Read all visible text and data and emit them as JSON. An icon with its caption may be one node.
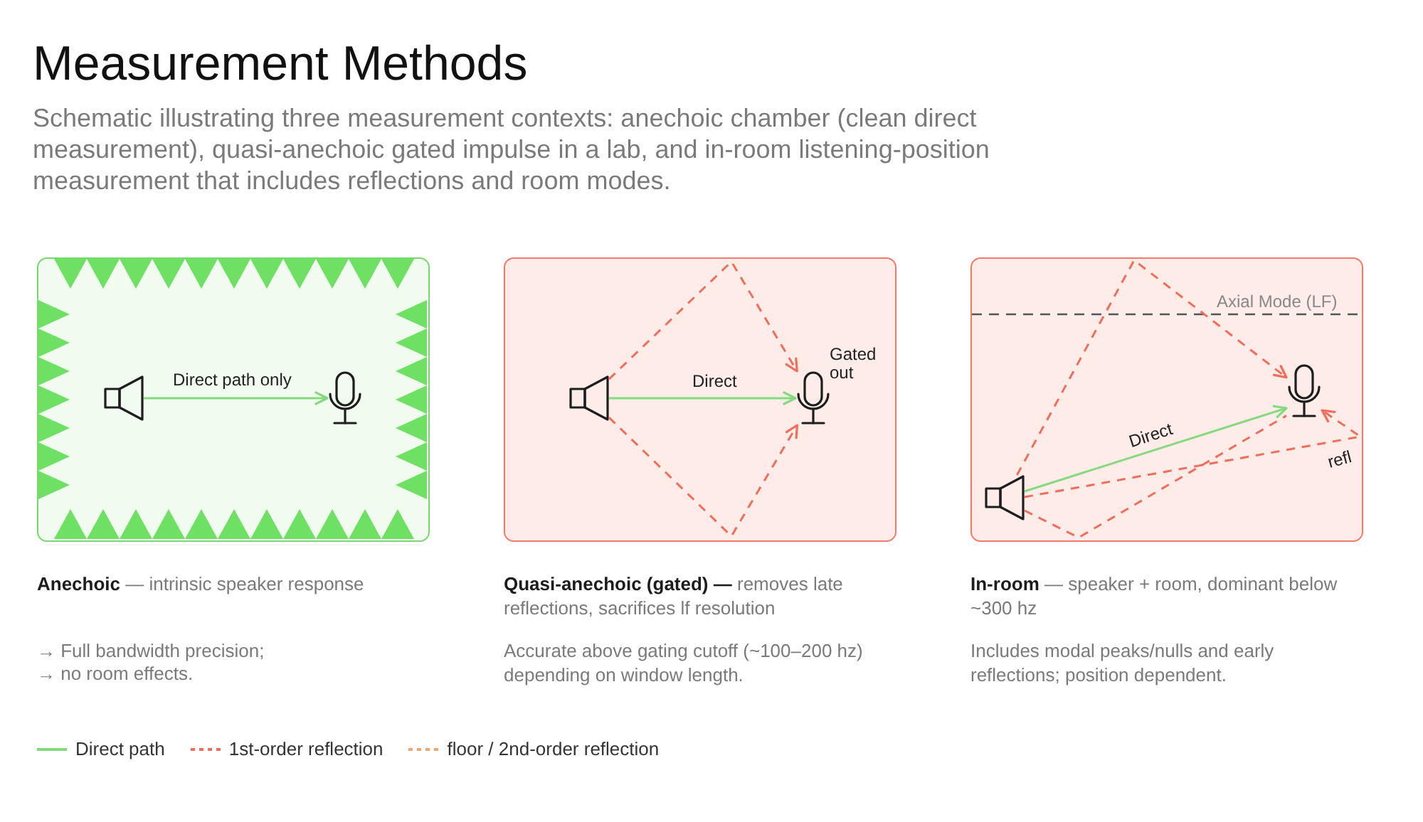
{
  "diagram": {
    "title": "Measurement Methods",
    "caption": "Schematic illustrating three measurement contexts: anechoic chamber (clean direct measurement), quasi-anechoic gated impulse in a lab, and in-room listening-position measurement that includes reflections and room modes.",
    "nodes": [
      {
        "text": [],
        "shape": "box",
        "beside": [
          "**Anechoic** — intrinsic speaker response",
          "→ Full bandwidth precision;",
          "→ no room effects."
        ]
      },
      {
        "text": [],
        "shape": "speaker",
        "in": 0
      },
      {
        "text": [],
        "shape": "microphone",
        "in": 0
      },
      {
        "text": [],
        "shape": "box",
        "beside": [
          "**Quasi-anechoic (gated) —** removes late reflections, sacrifices lf resolution",
          "Accurate above gating cutoff (~100–200 hz) depending on window length."
        ]
      },
      {
        "text": [],
        "shape": "speaker",
        "in": 3
      },
      {
        "text": [],
        "shape": "microphone",
        "in": 3
      },
      {
        "text": [],
        "shape": "box",
        "beside": [
          "**In-room** — speaker + room, dominant below ~300 hz",
          "Includes modal peaks/nulls and early reflections; position dependent."
        ]
      },
      {
        "text": [],
        "shape": "speaker",
        "in": 6
      },
      {
        "text": [],
        "shape": "microphone",
        "in": 6
      }
    ],
    "edges": [
      {
        "from": 1,
        "to": 2,
        "arrow": "to",
        "label": "Direct path only",
        "color": "#86d97f"
      },
      {
        "from": 4,
        "to": 5,
        "arrow": "to",
        "label": "Direct",
        "color": "#86d97f"
      },
      {
        "from": 4,
        "to": 5,
        "arrow": "to",
        "style": "dashed"
      },
      {
        "from": 4,
        "to": 5,
        "arrow": "to",
        "style": "dashed"
      },
      {
        "from": 7,
        "to": 8,
        "arrow": "to",
        "label": "Direct",
        "color": "#86d97f"
      },
      {
        "from": 7,
        "to": 8,
        "arrow": "to",
        "style": "dashed"
      },
      {
        "from": 7,
        "to": 8,
        "arrow": "to",
        "style": "dashed",
        "label": "refl"
      },
      {
        "from": 7,
        "to": 8,
        "arrow": "none",
        "style": "dashed"
      }
    ],
    "labels": [
      "Gated out",
      "Axial Mode (LF)"
    ],
    "legend": [
      {
        "text": "Direct path"
      },
      {
        "text": "1st-order reflection"
      },
      {
        "text": "floor / 2nd-order reflection"
      }
    ]
  }
}
